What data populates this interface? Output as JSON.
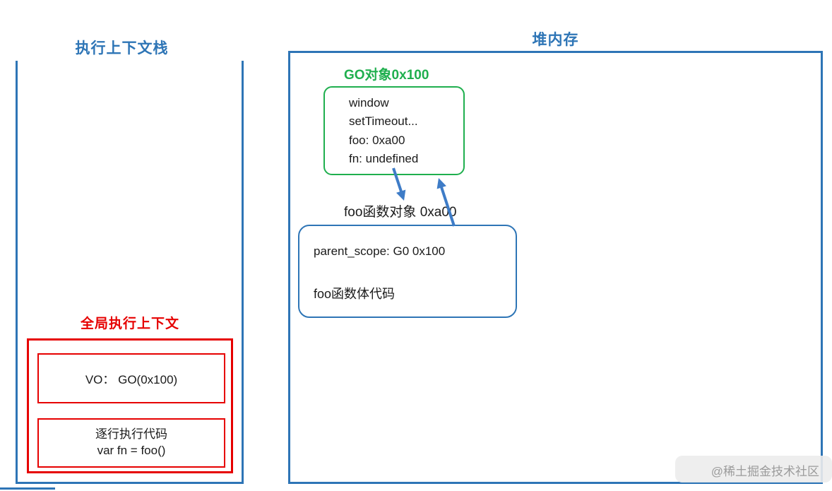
{
  "stack": {
    "title": "执行上下文栈",
    "global_context": {
      "label": "全局执行上下文",
      "vo_line": "VO：  GO(0x100)",
      "exec_line1": "逐行执行代码",
      "exec_line2": "var fn = foo()"
    }
  },
  "heap": {
    "title": "堆内存",
    "go_object": {
      "label": "GO对象0x100",
      "lines": [
        "window",
        "setTimeout...",
        "foo: 0xa00",
        "fn: undefined"
      ]
    },
    "foo_label": "foo函数对象 0xa00",
    "foo_object": {
      "parent_scope": "parent_scope: G0 0x100",
      "body": "foo函数体代码"
    }
  },
  "watermark": "@稀土掘金技术社区",
  "colors": {
    "blue": "#2e75b6",
    "green": "#1faf4e",
    "red": "#e60000",
    "arrow": "#3e7cc7"
  }
}
